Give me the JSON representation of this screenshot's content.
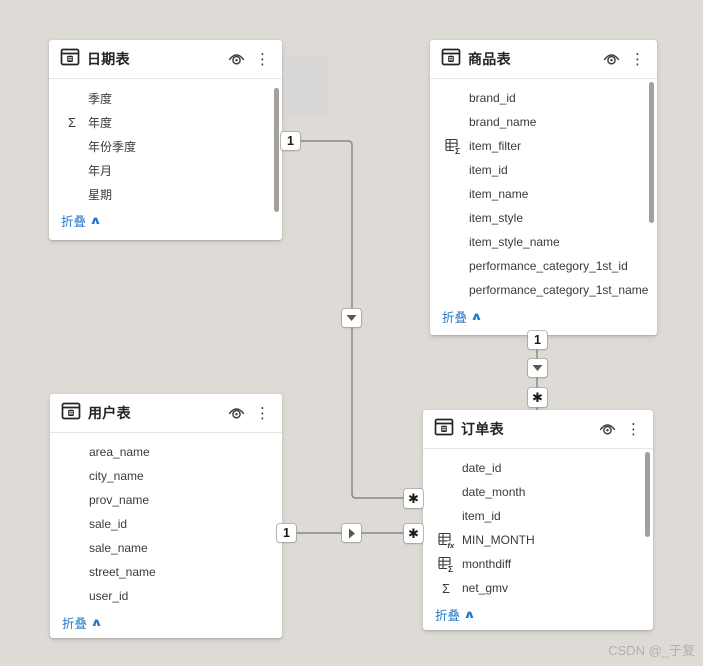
{
  "ui": {
    "more_glyph": "⋮",
    "sigma_glyph": "Σ",
    "collapse_caret": "∧",
    "colors": {
      "canvas_background": "#dedbd6",
      "card_background": "#ffffff",
      "link_blue": "#2478c8",
      "relationship_line": "#8a8886",
      "field_text": "#3b3a39",
      "scrollbar": "#a29f9c"
    }
  },
  "tables": [
    {
      "title": "日期表",
      "collapse_label": "折叠",
      "fields": [
        {
          "name": "季度",
          "icon": "none"
        },
        {
          "name": "年度",
          "icon": "sigma"
        },
        {
          "name": "年份季度",
          "icon": "none"
        },
        {
          "name": "年月",
          "icon": "none"
        },
        {
          "name": "星期",
          "icon": "none"
        }
      ]
    },
    {
      "title": "商品表",
      "collapse_label": "折叠",
      "fields": [
        {
          "name": "brand_id",
          "icon": "none"
        },
        {
          "name": "brand_name",
          "icon": "none"
        },
        {
          "name": "item_filter",
          "icon": "table-sigma"
        },
        {
          "name": "item_id",
          "icon": "none"
        },
        {
          "name": "item_name",
          "icon": "none"
        },
        {
          "name": "item_style",
          "icon": "none"
        },
        {
          "name": "item_style_name",
          "icon": "none"
        },
        {
          "name": "performance_category_1st_id",
          "icon": "none"
        },
        {
          "name": "performance_category_1st_name",
          "icon": "none"
        }
      ]
    },
    {
      "title": "用户表",
      "collapse_label": "折叠",
      "fields": [
        {
          "name": "area_name",
          "icon": "none"
        },
        {
          "name": "city_name",
          "icon": "none"
        },
        {
          "name": "prov_name",
          "icon": "none"
        },
        {
          "name": "sale_id",
          "icon": "none"
        },
        {
          "name": "sale_name",
          "icon": "none"
        },
        {
          "name": "street_name",
          "icon": "none"
        },
        {
          "name": "user_id",
          "icon": "none"
        }
      ]
    },
    {
      "title": "订单表",
      "collapse_label": "折叠",
      "fields": [
        {
          "name": "date_id",
          "icon": "none"
        },
        {
          "name": "date_month",
          "icon": "none"
        },
        {
          "name": "item_id",
          "icon": "none"
        },
        {
          "name": "MIN_MONTH",
          "icon": "table-fx"
        },
        {
          "name": "monthdiff",
          "icon": "table-sigma"
        },
        {
          "name": "net_gmv",
          "icon": "sigma"
        }
      ]
    }
  ],
  "relationships": [
    {
      "from_table": "日期表",
      "to_table": "订单表",
      "from_cardinality": "1",
      "to_cardinality": "✱"
    },
    {
      "from_table": "商品表",
      "to_table": "订单表",
      "from_cardinality": "1",
      "to_cardinality": "✱"
    },
    {
      "from_table": "用户表",
      "to_table": "订单表",
      "from_cardinality": "1",
      "to_cardinality": "✱"
    }
  ],
  "watermark": "CSDN @_于复"
}
